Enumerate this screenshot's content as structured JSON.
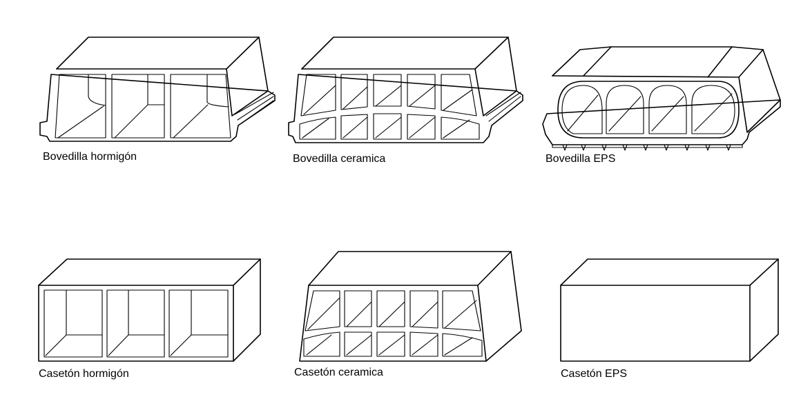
{
  "labels": {
    "bovedilla_hormigon": "Bovedilla hormigón",
    "bovedilla_ceramica": "Bovedilla ceramica",
    "bovedilla_eps": "Bovedilla EPS",
    "caseton_hormigon": "Casetón hormigón",
    "caseton_ceramica": "Casetón ceramica",
    "caseton_eps": "Casetón EPS"
  },
  "colors": {
    "line": "#000000",
    "background": "#ffffff"
  }
}
